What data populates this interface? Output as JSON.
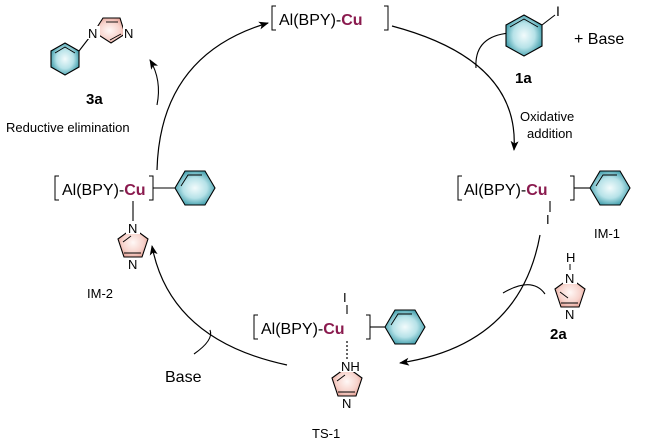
{
  "species": {
    "top": {
      "pre": "Al(BPY)-",
      "cu": "Cu"
    },
    "im1": {
      "pre": "Al(BPY)-",
      "cu": "Cu",
      "ligand": "I",
      "label": "IM-1"
    },
    "ts1": {
      "pre": "Al(BPY)-",
      "cu": "Cu",
      "ligand": "I",
      "nh": "NH",
      "n": "N",
      "label": "TS-1"
    },
    "im2": {
      "pre": "Al(BPY)-",
      "cu": "Cu",
      "n1": "N",
      "n3": "N",
      "label": "IM-2"
    }
  },
  "reagents": {
    "r1a": {
      "iodo": "I",
      "plus_base": "+ Base",
      "label": "1a"
    },
    "r2a": {
      "h": "H",
      "n1": "N",
      "n3": "N",
      "label": "2a"
    },
    "p3a": {
      "n1": "N",
      "n3": "N",
      "label": "3a"
    }
  },
  "steps": {
    "oxidative_line1": "Oxidative",
    "oxidative_line2": "addition",
    "reductive": "Reductive elimination",
    "base": "Base"
  },
  "colors": {
    "copper": "#8a1a4e",
    "ring_fill_light": "#eef9fa",
    "ring_fill_dark": "#3a9aa8",
    "imid_fill_light": "#fdf0ee",
    "imid_fill_dark": "#e8aaa0"
  }
}
